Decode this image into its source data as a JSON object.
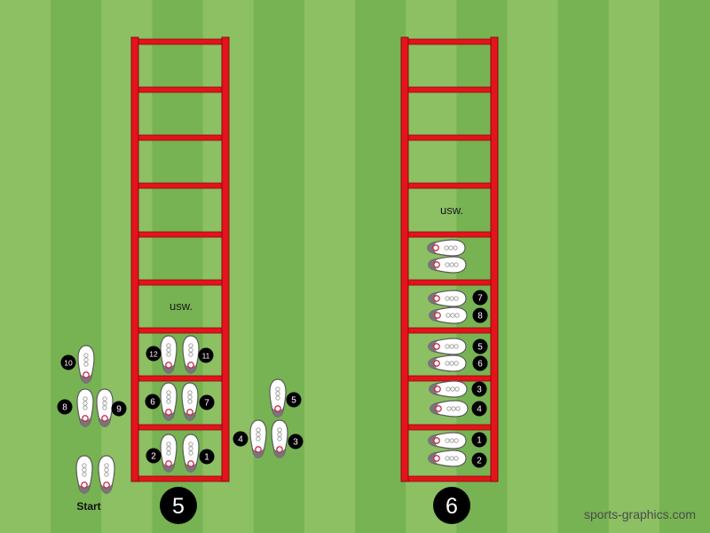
{
  "drill5": {
    "number": "5",
    "ladder_note": "usw.",
    "step_numbers": [
      "1",
      "2",
      "3",
      "4",
      "5",
      "6",
      "7",
      "8",
      "9",
      "10",
      "11",
      "12"
    ],
    "start_label": "Start"
  },
  "drill6": {
    "number": "6",
    "ladder_note": "usw.",
    "step_numbers": [
      "1",
      "2",
      "3",
      "4",
      "5",
      "6",
      "7",
      "8"
    ]
  },
  "watermark": "sports-graphics.com",
  "colors": {
    "field_light": "#8cc063",
    "field_dark": "#77b352",
    "ladder": "#e3141b",
    "ladder_dark": "#8e0a0e",
    "badge": "#000000",
    "shoe": "#ffffff",
    "shoe_sole": "#7a7478",
    "shoe_heel": "#cc2a4a"
  }
}
